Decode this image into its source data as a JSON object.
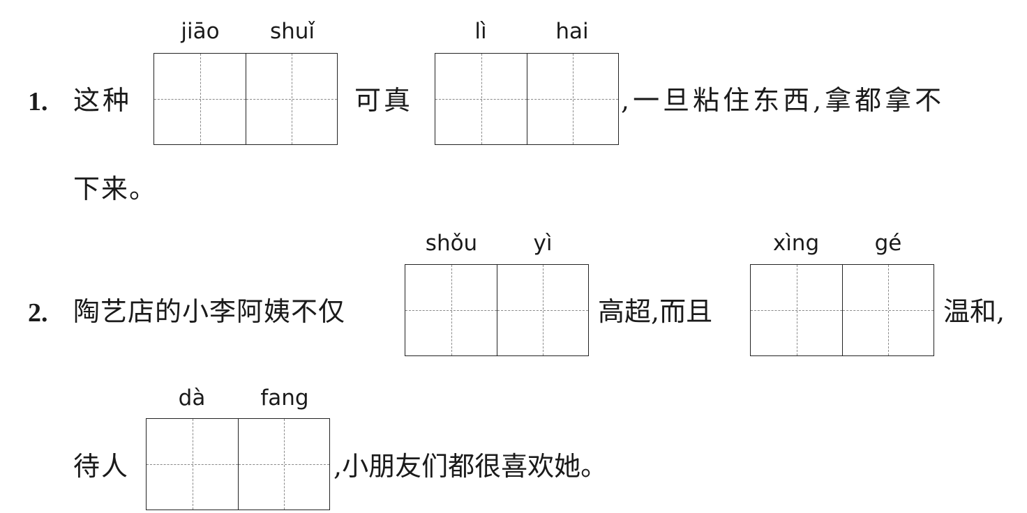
{
  "questions": [
    {
      "number": "1.",
      "text_before": "这种",
      "box1_pinyin": [
        "jiāo",
        "shuǐ"
      ],
      "text_middle": "可真",
      "box2_pinyin": [
        "lì",
        "hai"
      ],
      "text_after": ",一旦粘住东西,拿都拿不",
      "text_line2": "下来。"
    },
    {
      "number": "2.",
      "text_before": "陶艺店的小李阿姨不仅",
      "box1_pinyin": [
        "shǒu",
        "yì"
      ],
      "text_middle": "高超,而且",
      "box2_pinyin": [
        "xìng",
        "gé"
      ],
      "text_after": "温和,",
      "text_line2_before": "待人",
      "box3_pinyin": [
        "dà",
        "fang"
      ],
      "text_line2_after": ",小朋友们都很喜欢她。"
    }
  ]
}
